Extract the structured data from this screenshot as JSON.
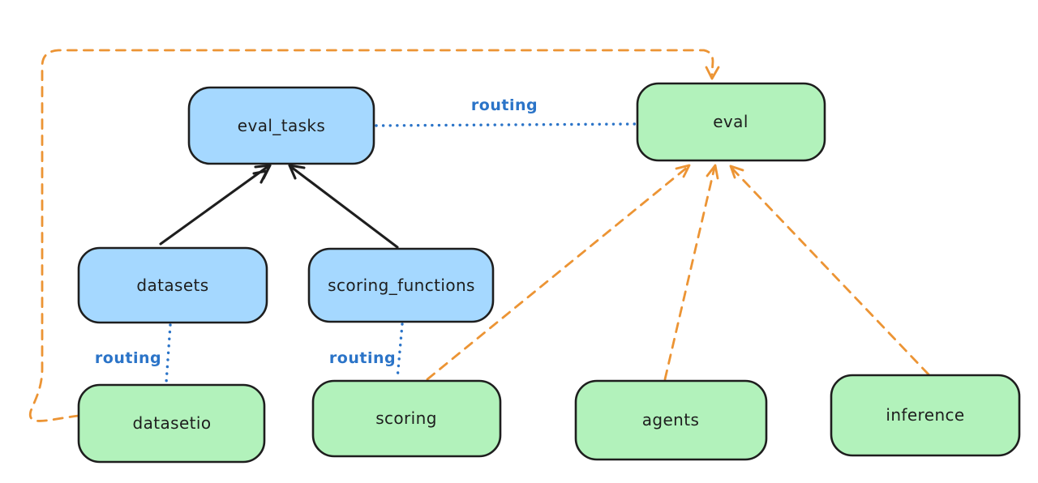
{
  "diagram": {
    "kind": "excalidraw-style architecture diagram",
    "background": "#ffffff"
  },
  "colors": {
    "blue_node_fill": "#a5d8ff",
    "green_node_fill": "#b2f2bb",
    "node_stroke": "#1e1e1e",
    "node_text": "#1e1e1e",
    "black_arrow": "#1e1e1e",
    "orange_dashed": "#ec9434",
    "blue_dotted": "#2b74c8",
    "routing_label": "#2b74c8"
  },
  "nodes": {
    "eval_tasks": {
      "label": "eval_tasks",
      "color": "blue"
    },
    "eval": {
      "label": "eval",
      "color": "green"
    },
    "datasets": {
      "label": "datasets",
      "color": "blue"
    },
    "scoring_functions": {
      "label": "scoring_functions",
      "color": "blue"
    },
    "datasetio": {
      "label": "datasetio",
      "color": "green"
    },
    "scoring": {
      "label": "scoring",
      "color": "green"
    },
    "agents": {
      "label": "agents",
      "color": "green"
    },
    "inference": {
      "label": "inference",
      "color": "green"
    }
  },
  "edge_labels": {
    "routing_eval_tasks_eval": "routing",
    "routing_datasets_datasetio": "routing",
    "routing_scoring_functions_scoring": "routing"
  },
  "edges": [
    {
      "from": "datasets",
      "to": "eval_tasks",
      "style": "solid_black_arrow"
    },
    {
      "from": "scoring_functions",
      "to": "eval_tasks",
      "style": "solid_black_arrow"
    },
    {
      "from": "eval_tasks",
      "to": "eval",
      "style": "blue_dotted",
      "label": "routing"
    },
    {
      "from": "datasets",
      "to": "datasetio",
      "style": "blue_dotted",
      "label": "routing"
    },
    {
      "from": "scoring_functions",
      "to": "scoring",
      "style": "blue_dotted",
      "label": "routing"
    },
    {
      "from": "datasetio",
      "to": "eval",
      "style": "orange_dashed_arrow"
    },
    {
      "from": "scoring",
      "to": "eval",
      "style": "orange_dashed_arrow"
    },
    {
      "from": "agents",
      "to": "eval",
      "style": "orange_dashed_arrow"
    },
    {
      "from": "inference",
      "to": "eval",
      "style": "orange_dashed_arrow"
    }
  ]
}
